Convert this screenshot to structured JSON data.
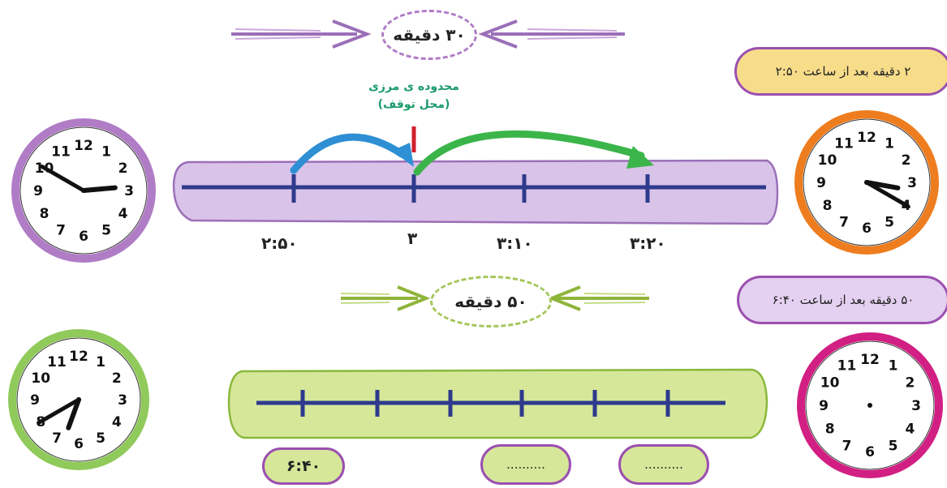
{
  "problem1": {
    "duration_label": "۳۰ دقیقه",
    "stop_label_line1": "محدوده ی مرزی",
    "stop_label_line2": "(محل توقف)",
    "result_label": "۲ دقیقه بعد از ساعت ۲:۵۰",
    "timeline_labels": [
      "۲:۵۰",
      "۳",
      "۳:۱۰",
      "۳:۲۰"
    ],
    "colors": {
      "band": "#d9c3e8",
      "band_border": "#9b6fb8",
      "line": "#2e3a8c",
      "arrow1": "#2e8fd4",
      "arrow2": "#3bb54a",
      "stop": "#d11f2f"
    }
  },
  "problem2": {
    "duration_label": "۵۰ دقیقه",
    "result_label": "۵۰ دقیقه بعد از ساعت ۶:۴۰",
    "start_label": "۶:۴۰",
    "blank_labels": [
      "..........",
      ".........."
    ],
    "colors": {
      "band": "#d6e79a",
      "band_border": "#8ab83c",
      "line": "#2e3a8c"
    }
  },
  "clocks": {
    "numbers": [
      "12",
      "1",
      "2",
      "3",
      "4",
      "5",
      "6",
      "7",
      "8",
      "9",
      "10",
      "11"
    ],
    "clock1": {
      "hour": 2,
      "minute": 50,
      "rim": "#b07cc6"
    },
    "clock2": {
      "hour": 3,
      "minute": 20,
      "rim": "#ee7d1f"
    },
    "clock3": {
      "hour": 6,
      "minute": 40,
      "rim": "#8fca5a"
    },
    "clock4": {
      "rim": "#d21f83"
    }
  }
}
